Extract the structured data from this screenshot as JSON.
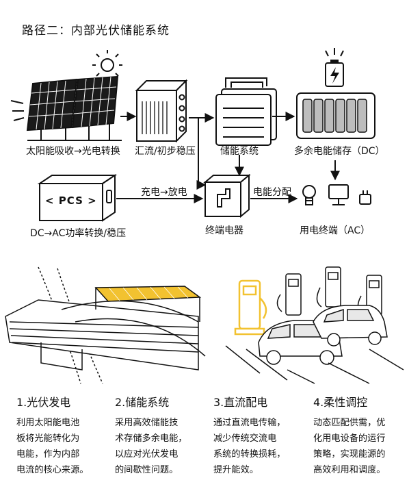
{
  "title": "路径二：内部光伏储能系统",
  "diagram": {
    "nodes": {
      "solar": "太阳能吸收→光电转换",
      "combiner": "汇流/初步稳压",
      "storage": "储能系统",
      "battery": "多余电能储存（DC）",
      "pcs_box": "< PCS >",
      "pcs": "DC→AC功率转换/稳压",
      "terminal": "终端电器",
      "enduse": "用电终端（AC）"
    },
    "edges": {
      "charge": "充电→放电",
      "distribute": "电能分配"
    }
  },
  "sections": [
    {
      "heading": "1.光伏发电",
      "lines": [
        "利用太阳能电池",
        "板将光能转化为",
        "电能，作为内部",
        "电流的核心来源。"
      ]
    },
    {
      "heading": "2.储能系统",
      "lines": [
        "采用高效储能技",
        "术存储多余电能，",
        "以应对光伏发电",
        "的间歇性问题。"
      ]
    },
    {
      "heading": "3.直流配电",
      "lines": [
        "通过直流电传输，",
        "减少传统交流电",
        "系统的转换损耗，",
        "提升能效。"
      ]
    },
    {
      "heading": "4.柔性调控",
      "lines": [
        "动态匹配供需，优",
        "化用电设备的运行",
        "策略，实现能源的",
        "高效利用和调度。"
      ]
    }
  ],
  "colors": {
    "accent_yellow": "#F2C230",
    "line": "#111111",
    "battery_fill": "#BDBDBD"
  }
}
